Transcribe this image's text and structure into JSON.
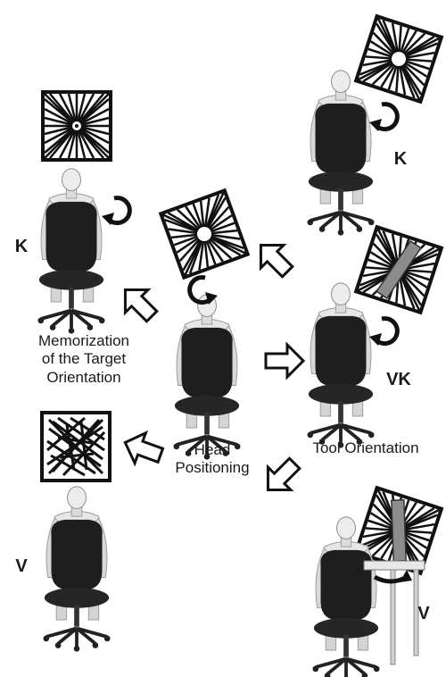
{
  "labels": {
    "memorization_line1": "Memorization",
    "memorization_line2": "of the Target",
    "memorization_line3": "Orientation",
    "head_line1": "Head",
    "head_line2": "Positioning",
    "tool_orientation": "Tool Orientation"
  },
  "conditions": {
    "left_top": "K",
    "left_bottom": "V",
    "right_top": "K",
    "right_middle": "VK",
    "right_bottom": "V"
  },
  "colors": {
    "ink": "#1a1a1a",
    "skin_light": "#e9e9e9",
    "skin_shade": "#bdbdbd",
    "chair": "#1e1e1e",
    "tool": "#8c8c8c"
  }
}
